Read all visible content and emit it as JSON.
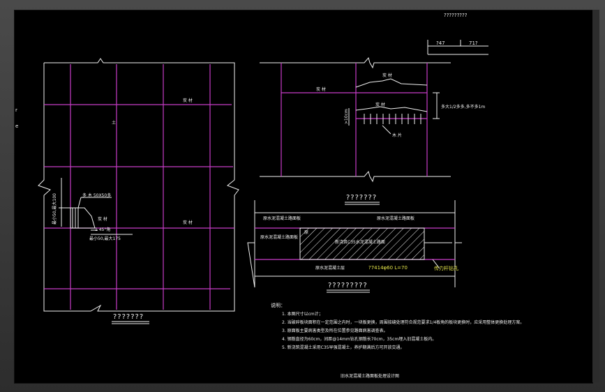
{
  "header": {
    "top_right_title": "?????????",
    "title_block_left": "?47",
    "title_block_right": "71?"
  },
  "side_marks": {
    "mark_1": "r",
    "mark_2": "e"
  },
  "plan": {
    "title": "???????",
    "label_gangjin_1": "炭 材",
    "label_center": "土",
    "label_gangjin_2": "炭 材",
    "label_size_1": "多 木 50X50多",
    "label_size_2": "最小50,最大175",
    "label_size_vertical": "最小50,最大100",
    "label_small_1": "炭 材",
    "label_small_2": "1 45°角"
  },
  "section_top": {
    "title": "???????",
    "label_1": "炭 材",
    "label_2": "炭 材",
    "label_3": "炭 材",
    "label_4": "木 片",
    "label_right": "多大1/2多多,多不多1m",
    "label_left_vertical": ">10cm"
  },
  "section_bottom": {
    "title": "?????????",
    "label_top_left": "原水泥混凝土路面板",
    "label_top_right": "原水泥混凝土路面板",
    "label_mid_left": "原水泥混凝土路面板",
    "label_hatch": "新浇筑C35水泥混凝土路面",
    "label_bottom_left": "原水泥混凝土层",
    "label_dowel": "?7414φ60 L=70",
    "label_dowel_right": "传力杆钻孔",
    "label_small": "原"
  },
  "notes": {
    "heading": "说明：",
    "items": [
      "1. 本图尺寸以cm计；",
      "2. 当破碎板块面积在一定范围之内时，一块板更换，周围接缝处理符合规范要求1/4板角的板块更换时，应采用整体更换处理方案。",
      "3. 原面板主要病害类型及所在位置参见路面病害调查表。",
      "4. 钢筋直径为60cm，间距@14mm钻孔钢筋长70cm，35cm埋入旧混凝土板内。",
      "5. 新浇筑混凝土采用C35早强混凝土，养护期满后方可开放交通。"
    ]
  },
  "footer": {
    "drawing_title": "旧水泥混凝土路面板处理设计图"
  },
  "colors": {
    "background": "#000000",
    "lines": "#f2f2f2",
    "grid": "#c83cc8",
    "accent": "#41d7d7",
    "highlight": "#e6e64a"
  }
}
